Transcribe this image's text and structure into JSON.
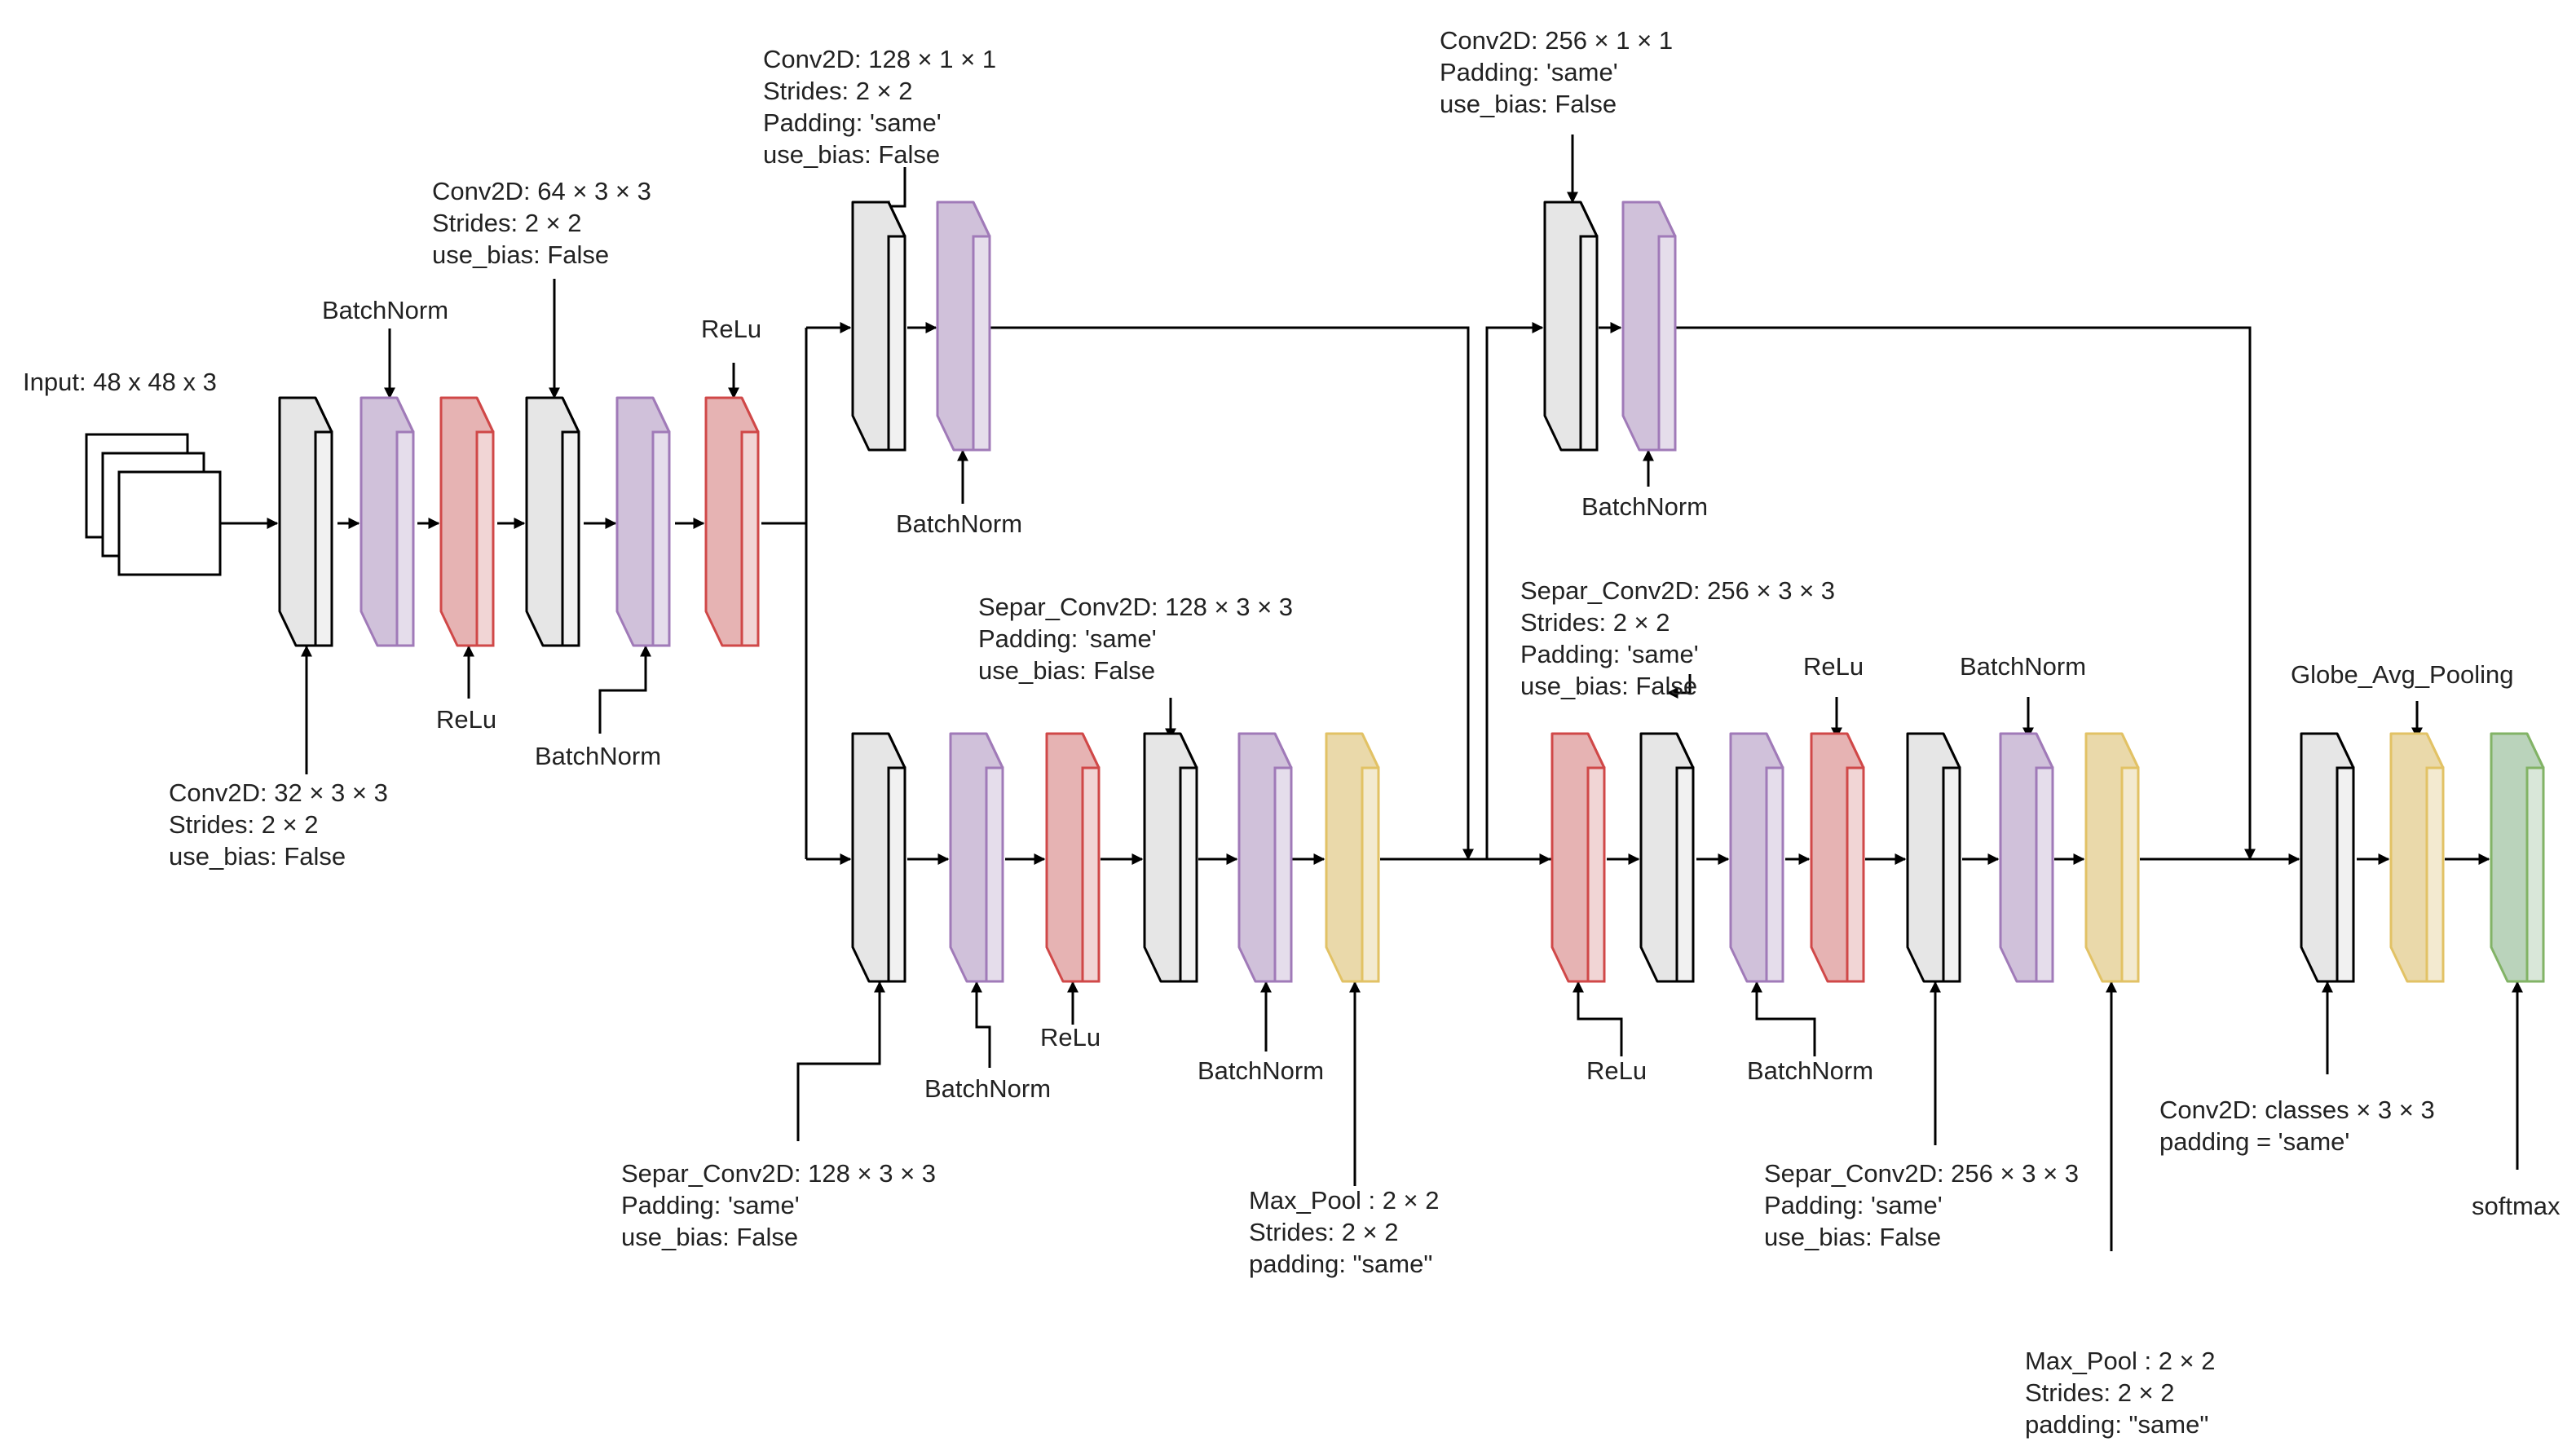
{
  "colors": {
    "conv": "#e6e6e6",
    "conv_stroke": "#000000",
    "batchnorm": "#d0c1da",
    "batchnorm_stroke": "#a07ab8",
    "relu": "#e6b3b3",
    "relu_stroke": "#d04848",
    "pool": "#ead9aa",
    "pool_stroke": "#e2c265",
    "softmax": "#bad3bb",
    "softmax_stroke": "#82b366"
  },
  "labels": {
    "input": [
      "Input: 48 x 48 x 3"
    ],
    "conv1": [
      "Conv2D: 32 × 3 × 3",
      "Strides: 2 × 2",
      "use_bias: False"
    ],
    "bn1": [
      "BatchNorm"
    ],
    "relu1": [
      "ReLu"
    ],
    "conv2": [
      "Conv2D: 64 × 3 × 3",
      "Strides: 2 × 2",
      "use_bias: False"
    ],
    "bn2": [
      "BatchNorm"
    ],
    "relu2": [
      "ReLu"
    ],
    "res1_conv": [
      "Conv2D: 128 × 1 × 1",
      "Strides: 2 × 2",
      "Padding: 'same'",
      "use_bias: False"
    ],
    "res1_bn": [
      "BatchNorm"
    ],
    "sep1": [
      "Separ_Conv2D: 128 × 3 × 3",
      "Padding: 'same'",
      "use_bias: False"
    ],
    "b1_bn1": [
      "BatchNorm"
    ],
    "b1_relu": [
      "ReLu"
    ],
    "sep2": [
      "Separ_Conv2D: 128 × 3 × 3",
      "Padding: 'same'",
      "use_bias: False"
    ],
    "b1_bn2": [
      "BatchNorm"
    ],
    "pool1": [
      "Max_Pool : 2 × 2",
      "Strides: 2 × 2",
      "padding: \"same\""
    ],
    "res2_conv": [
      "Conv2D: 256 × 1 × 1",
      "Padding: 'same'",
      "use_bias: False"
    ],
    "res2_bn": [
      "BatchNorm"
    ],
    "b2_relu1": [
      "ReLu"
    ],
    "sep3": [
      "Separ_Conv2D: 256 × 3 × 3",
      "Strides: 2 × 2",
      "Padding: 'same'",
      "use_bias: False"
    ],
    "b2_bn1": [
      "BatchNorm"
    ],
    "b2_relu2": [
      "ReLu"
    ],
    "sep4": [
      "Separ_Conv2D: 256 × 3 × 3",
      "Padding: 'same'",
      "use_bias: False"
    ],
    "b2_bn2": [
      "BatchNorm"
    ],
    "pool2": [
      "Max_Pool : 2 × 2",
      "Strides: 2 × 2",
      "padding: \"same\""
    ],
    "final_conv": [
      "Conv2D: classes × 3 × 3",
      "padding = 'same'"
    ],
    "gap": [
      "Globe_Avg_Pooling"
    ],
    "softmax": [
      "softmax"
    ]
  }
}
